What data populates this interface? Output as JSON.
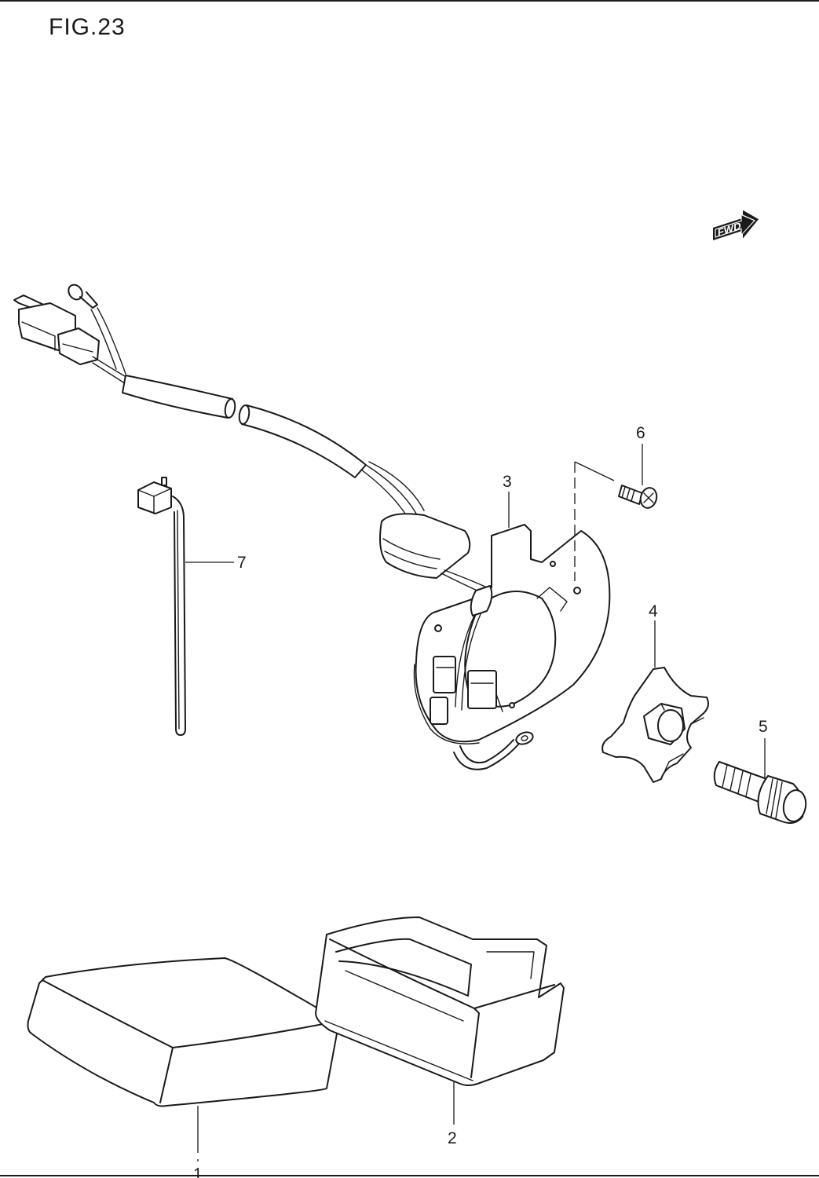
{
  "figure": {
    "title": "FIG.23",
    "direction_badge": "FWD"
  },
  "callouts": [
    {
      "id": "1",
      "label": "1"
    },
    {
      "id": "2",
      "label": "2"
    },
    {
      "id": "3",
      "label": "3"
    },
    {
      "id": "4",
      "label": "4"
    },
    {
      "id": "5",
      "label": "5"
    },
    {
      "id": "6",
      "label": "6"
    },
    {
      "id": "7",
      "label": "7"
    }
  ],
  "icons": {
    "direction": "fwd-arrow-icon"
  }
}
